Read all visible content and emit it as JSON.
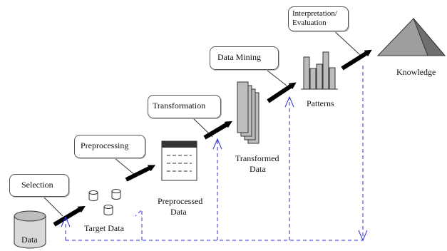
{
  "steps": {
    "selection": "Selection",
    "preprocessing": "Preprocessing",
    "transformation": "Transformation",
    "data_mining": "Data Mining",
    "interpretation_line1": "Interpretation/",
    "interpretation_line2": "Evaluation"
  },
  "stages": {
    "data": "Data",
    "target_data": "Target Data",
    "preprocessed_line1": "Preprocessed",
    "preprocessed_line2": "Data",
    "transformed_line1": "Transformed",
    "transformed_line2": "Data",
    "patterns": "Patterns",
    "knowledge": "Knowledge"
  },
  "colors": {
    "arrow": "#000000",
    "feedback": "#2b2bd0",
    "shape_fill": "#bdbdbd",
    "outline": "#333333"
  }
}
